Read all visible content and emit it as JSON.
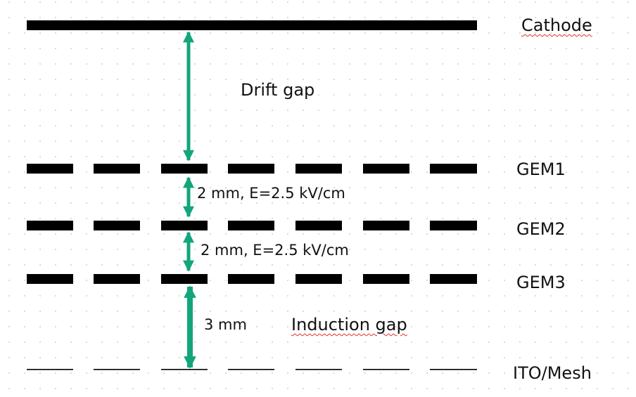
{
  "labels": {
    "cathode": "Cathode",
    "gem1": "GEM1",
    "gem2": "GEM2",
    "gem3": "GEM3",
    "ito_mesh": "ITO/Mesh",
    "drift_gap": "Drift gap",
    "gap_gem1_gem2": "2 mm, E=2.5 kV/cm",
    "gap_gem2_gem3": "2 mm, E=2.5 kV/cm",
    "induction_width": "3 mm",
    "induction_gap": "Induction gap"
  },
  "colors": {
    "electrode": "#000000",
    "arrow": "#13a57c",
    "spellcheck": "#e0302a"
  }
}
